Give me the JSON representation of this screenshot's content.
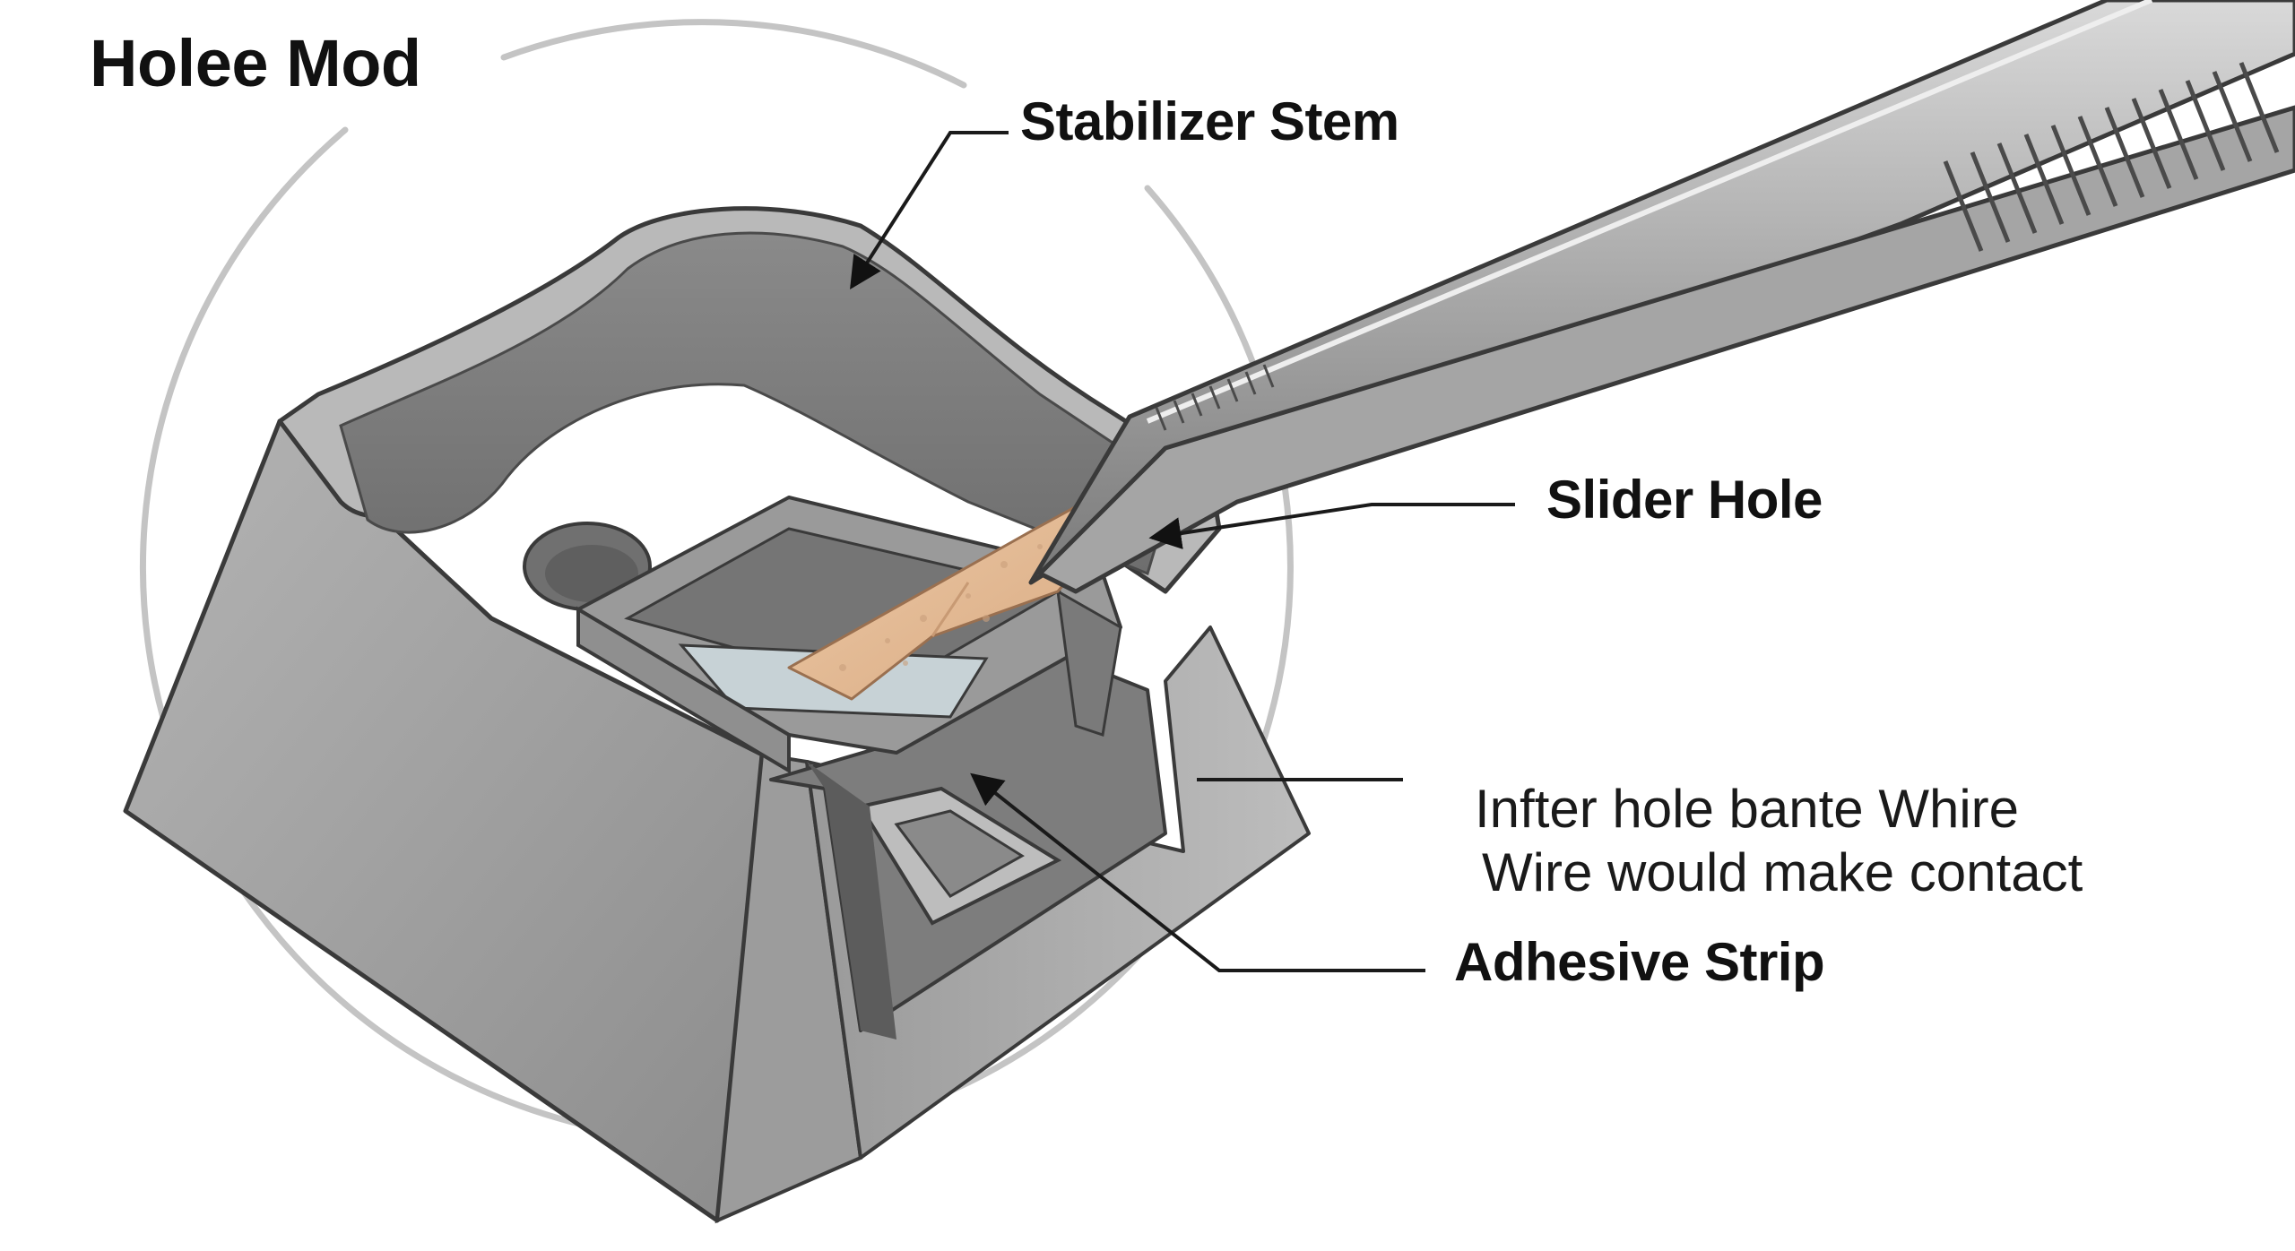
{
  "title": "Holee Mod",
  "callouts": {
    "stabilizer_stem": "Stabilizer Stem",
    "slider_hole": "Slider Hole",
    "adhesive_strip": "Adhesive Strip"
  },
  "note": {
    "line1": "Infter hole bante Whire",
    "line2": "Wire would make contact"
  },
  "colors": {
    "housing": "#a3a3a3",
    "housing_dark": "#6f6f6f",
    "outline": "#3a3a3a",
    "adhesive": "#e2b996",
    "tweezers": "#b5b5b5",
    "leader_line": "#1a1a1a",
    "circle": "#c4c4c4"
  },
  "icons": {
    "tool": "tweezers-icon"
  }
}
